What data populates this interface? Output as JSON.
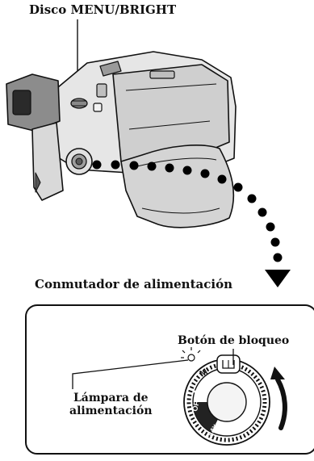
{
  "labels": {
    "menu_dial": "Disco MENU/BRIGHT",
    "power_switch": "Conmutador de alimentación",
    "lock_button": "Botón de bloqueo",
    "power_lamp_line1": "Lámpara de",
    "power_lamp_line2": "alimentación"
  },
  "dial_marks": {
    "play": "PLAY",
    "off": "OFF",
    "auto": "A",
    "manual": "M"
  },
  "colors": {
    "ink": "#111111",
    "dots": "#000000",
    "body_grey": "#d9d9d9"
  }
}
